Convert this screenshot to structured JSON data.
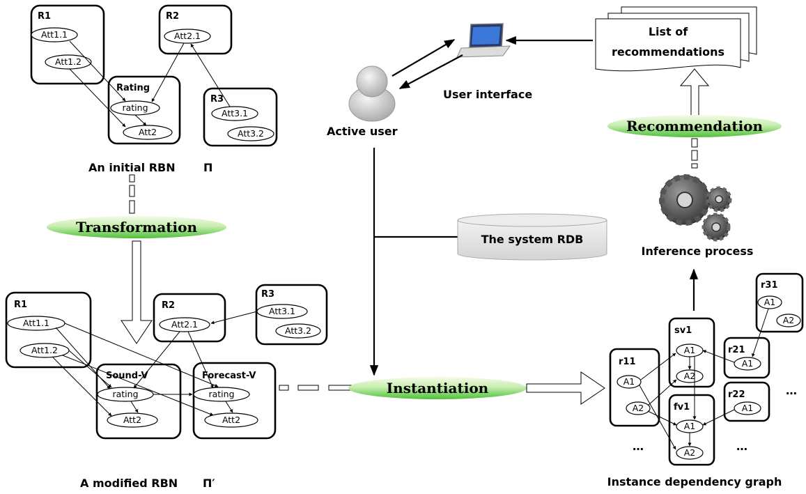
{
  "initial_rbn": {
    "caption": "An initial RBN",
    "symbol": "Π",
    "r1": {
      "title": "R1",
      "att1": "Att1.1",
      "att2": "Att1.2"
    },
    "r2": {
      "title": "R2",
      "att1": "Att2.1"
    },
    "rating": {
      "title": "Rating",
      "att1": "rating",
      "att2": "Att2"
    },
    "r3": {
      "title": "R3",
      "att1": "Att3.1",
      "att2": "Att3.2"
    }
  },
  "modified_rbn": {
    "caption": "A modified RBN",
    "symbol": "Π′",
    "r1": {
      "title": "R1",
      "att1": "Att1.1",
      "att2": "Att1.2"
    },
    "r2": {
      "title": "R2",
      "att1": "Att2.1"
    },
    "r3": {
      "title": "R3",
      "att1": "Att3.1",
      "att2": "Att3.2"
    },
    "sound": {
      "title": "Sound-V",
      "att1": "rating",
      "att2": "Att2"
    },
    "forecast": {
      "title": "Forecast-V",
      "att1": "rating",
      "att2": "Att2"
    }
  },
  "processes": {
    "transformation": "Transformation",
    "instantiation": "Instantiation",
    "recommendation": "Recommendation"
  },
  "user_side": {
    "active_user": "Active user",
    "user_interface": "User interface",
    "list_line1": "List of",
    "list_line2": "recommendations",
    "db": "The system RDB",
    "inference": "Inference process"
  },
  "instance_graph": {
    "caption": "Instance dependency graph",
    "r11": {
      "title": "r11",
      "a1": "A1",
      "a2": "A2"
    },
    "sv1": {
      "title": "sv1",
      "a1": "A1",
      "a2": "A2"
    },
    "fv1": {
      "title": "fv1",
      "a1": "A1",
      "a2": "A2"
    },
    "r21": {
      "title": "r21",
      "a1": "A1"
    },
    "r22": {
      "title": "r22",
      "a1": "A1"
    },
    "r31": {
      "title": "r31",
      "a1": "A1",
      "a2": "A2"
    },
    "ellipsis": "…"
  },
  "colors": {
    "pill_light": "#eef8d8",
    "pill_green": "#5cc646",
    "db_fill": "#e6e6e6",
    "gear_dark": "#4a4a4a",
    "gear_light": "#c9c9c9"
  }
}
